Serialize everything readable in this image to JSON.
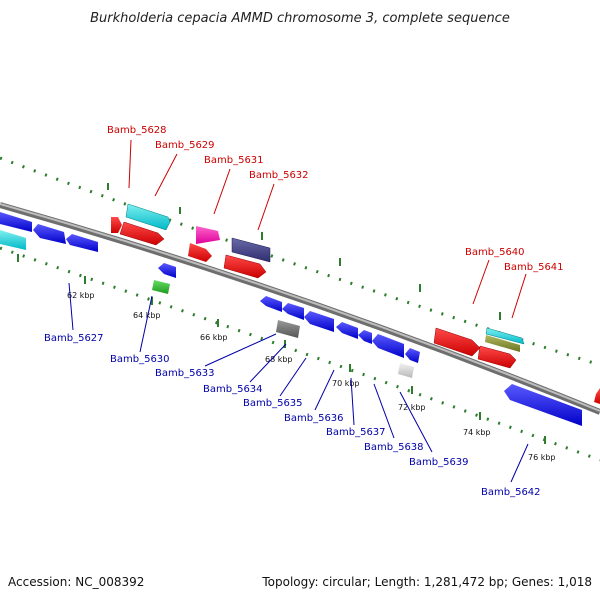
{
  "title": "Burkholderia cepacia AMMD chromosome 3, complete sequence",
  "footer": {
    "accession": "Accession: NC_008392",
    "topology": "Topology: circular; Length: 1,281,472 bp; Genes: 1,018"
  },
  "colors": {
    "forward_label": "#cc0000",
    "reverse_label": "#0000aa",
    "backbone": "#888888",
    "tick": "#2e7d2e"
  },
  "ticks": [
    "62 kbp",
    "64 kbp",
    "66 kbp",
    "68 kbp",
    "70 kbp",
    "72 kbp",
    "74 kbp",
    "76 kbp"
  ],
  "forward_genes": [
    {
      "label": "Bamb_5628"
    },
    {
      "label": "Bamb_5629"
    },
    {
      "label": "Bamb_5631"
    },
    {
      "label": "Bamb_5632"
    },
    {
      "label": "Bamb_5640"
    },
    {
      "label": "Bamb_5641"
    }
  ],
  "reverse_genes": [
    {
      "label": "Bamb_5627"
    },
    {
      "label": "Bamb_5630"
    },
    {
      "label": "Bamb_5633"
    },
    {
      "label": "Bamb_5634"
    },
    {
      "label": "Bamb_5635"
    },
    {
      "label": "Bamb_5636"
    },
    {
      "label": "Bamb_5637"
    },
    {
      "label": "Bamb_5638"
    },
    {
      "label": "Bamb_5639"
    },
    {
      "label": "Bamb_5642"
    }
  ]
}
